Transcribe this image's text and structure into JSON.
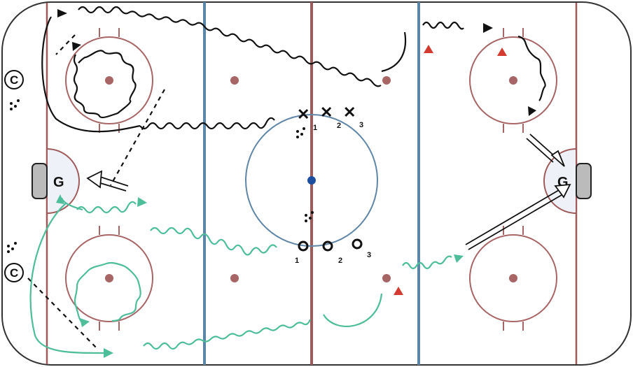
{
  "goalie_label": "G",
  "coach_label": "C",
  "team_x": {
    "symbol": "✕",
    "numbers": [
      "1",
      "2",
      "3"
    ]
  },
  "team_o": {
    "numbers": [
      "1",
      "2",
      "3"
    ]
  },
  "colors": {
    "rink_border": "#333333",
    "red_line": "#a05a5a",
    "blue_line": "#5b86a8",
    "circle_red": "#a86565",
    "circle_blue": "#5f86a8",
    "center_dot": "#1d4fa0",
    "faceoff_dot": "#a86565",
    "crease_fill": "#eef2f8",
    "team_x_path": "#111111",
    "team_o_path": "#4dbd9a",
    "cone": "#d43a30"
  }
}
